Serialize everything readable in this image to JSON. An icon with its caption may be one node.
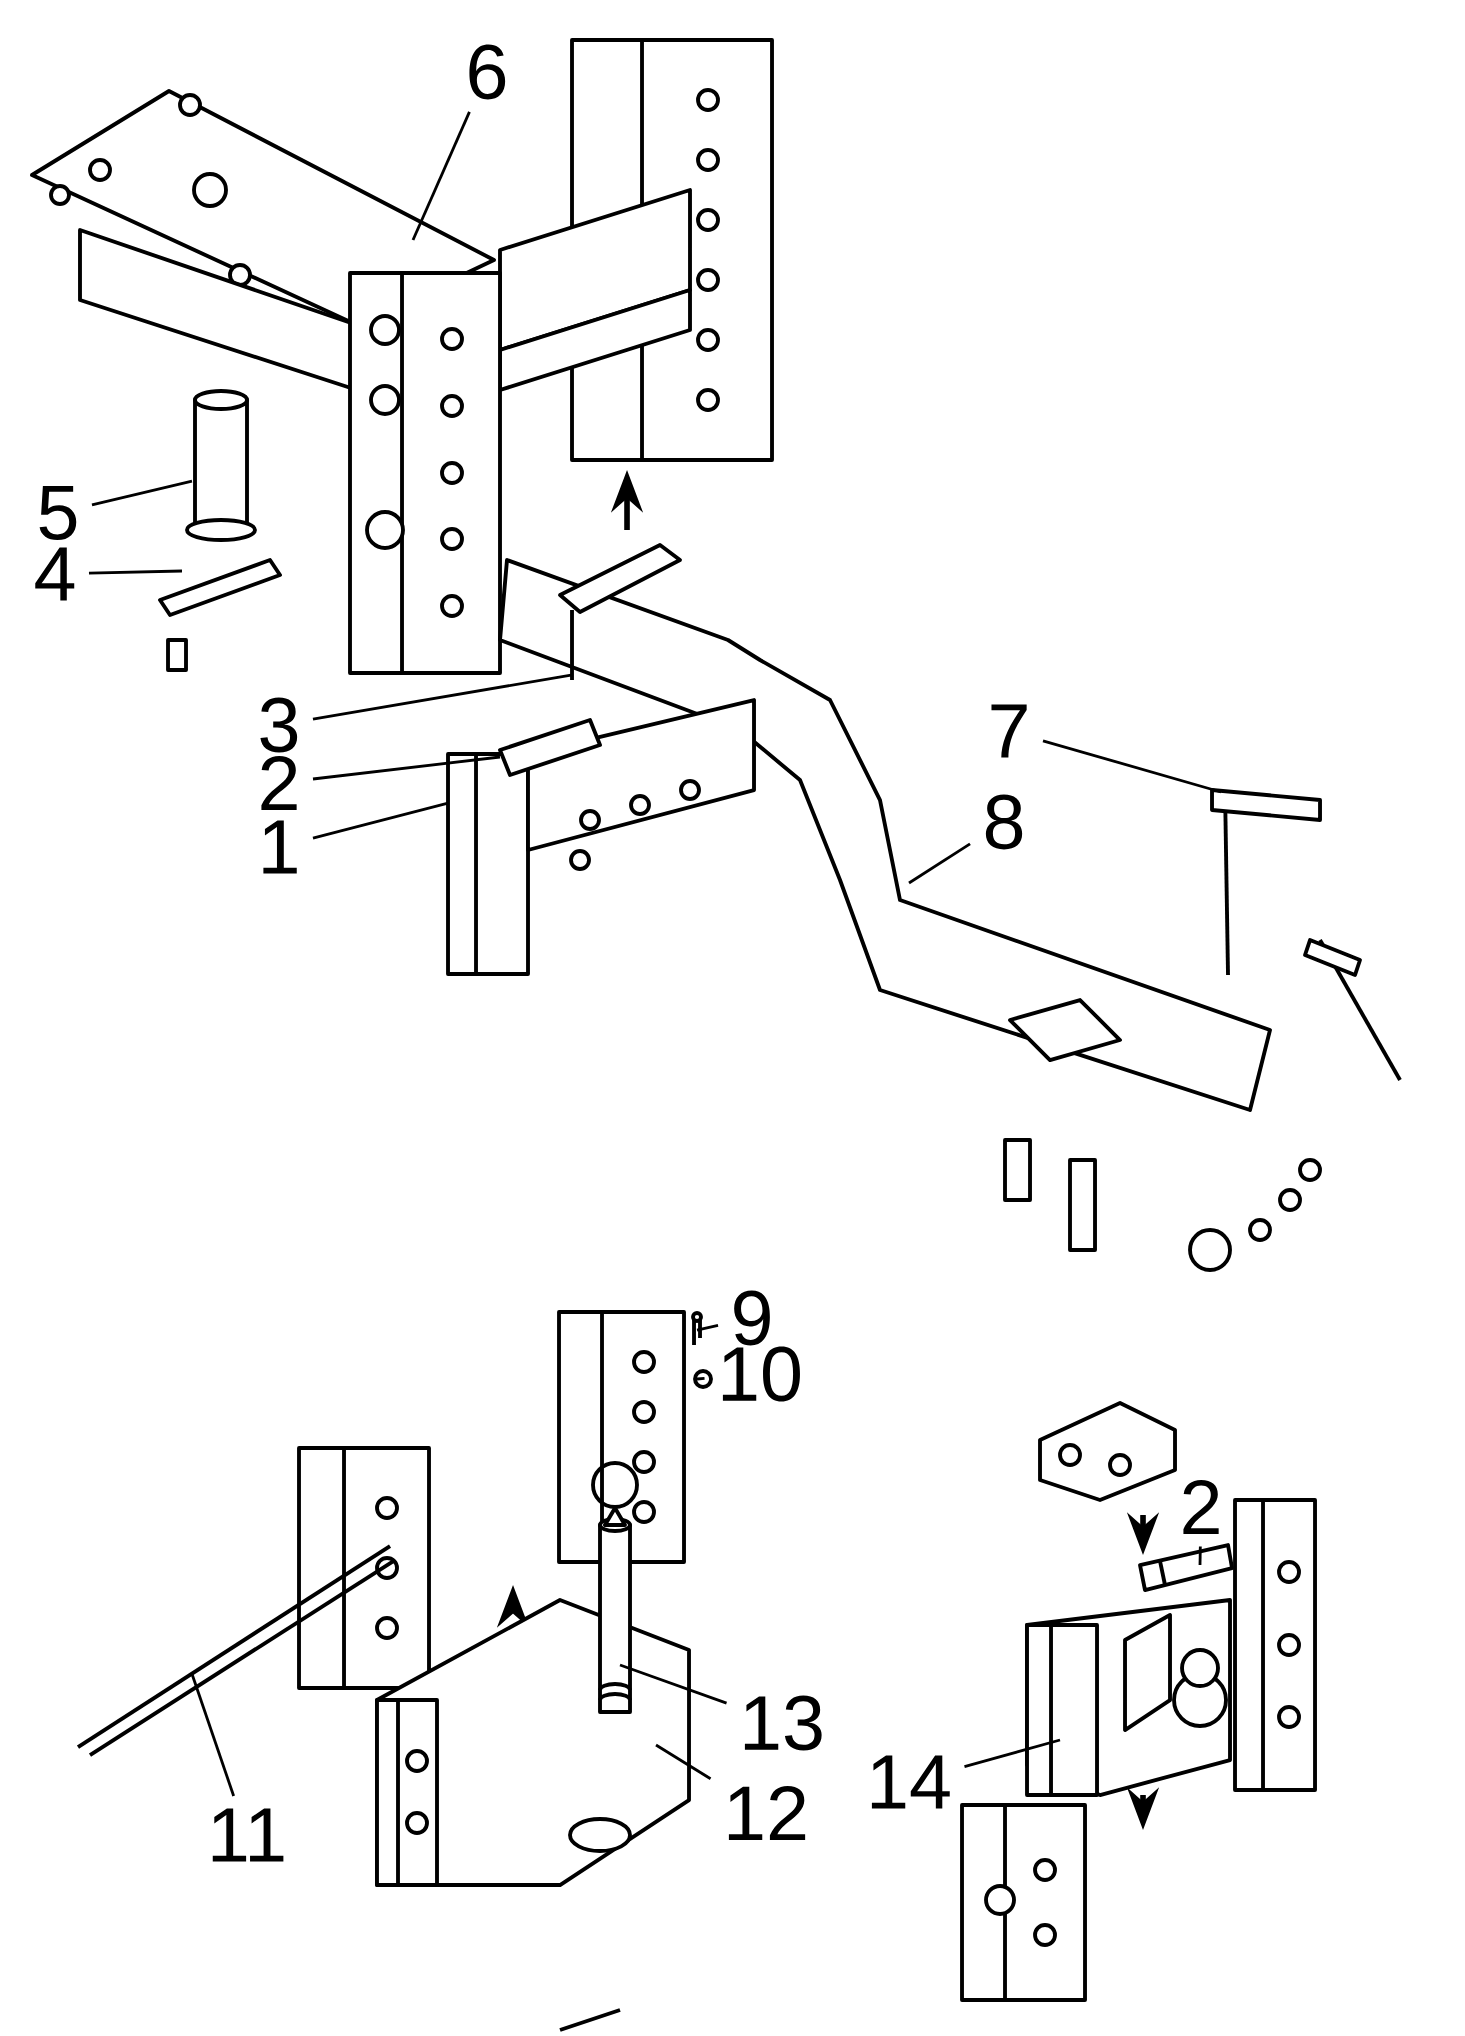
{
  "diagram": {
    "nodes": [
      {
        "text": [
          "6"
        ]
      },
      {
        "text": [
          "5"
        ]
      },
      {
        "text": [
          "4"
        ]
      },
      {
        "text": [
          "3"
        ]
      },
      {
        "text": [
          "2"
        ]
      },
      {
        "text": [
          "1"
        ]
      },
      {
        "text": [
          "7"
        ]
      },
      {
        "text": [
          "8"
        ]
      },
      {
        "text": [
          "9"
        ]
      },
      {
        "text": [
          "10"
        ]
      },
      {
        "text": [
          "2"
        ]
      },
      {
        "text": [
          "11"
        ]
      },
      {
        "text": [
          "13"
        ]
      },
      {
        "text": [
          "14"
        ]
      },
      {
        "text": [
          "12"
        ]
      },
      {
        "text": [],
        "shape": "picture"
      },
      {
        "text": [],
        "shape": "picture"
      },
      {
        "text": [],
        "shape": "picture"
      },
      {
        "text": [],
        "shape": "picture"
      },
      {
        "text": [],
        "shape": "picture"
      },
      {
        "text": [],
        "shape": "picture"
      },
      {
        "text": [],
        "shape": "picture"
      }
    ],
    "edges": [
      {
        "from": 0,
        "to": null,
        "arrow": "none"
      },
      {
        "from": 1,
        "to": null,
        "arrow": "none"
      },
      {
        "from": 2,
        "to": null,
        "arrow": "none"
      },
      {
        "from": 3,
        "to": null,
        "arrow": "none"
      },
      {
        "from": 4,
        "to": null,
        "arrow": "none"
      },
      {
        "from": 5,
        "to": null,
        "arrow": "none"
      },
      {
        "from": 6,
        "to": null,
        "arrow": "none"
      },
      {
        "from": 7,
        "to": null,
        "arrow": "none"
      },
      {
        "from": 8,
        "to": 15,
        "arrow": "none"
      },
      {
        "from": 9,
        "to": 16,
        "arrow": "none"
      },
      {
        "from": 10,
        "to": 21,
        "arrow": "none"
      },
      {
        "from": 11,
        "to": 17,
        "arrow": "none"
      },
      {
        "from": 12,
        "to": 18,
        "arrow": "none"
      },
      {
        "from": 13,
        "to": 20,
        "arrow": "none"
      },
      {
        "from": 14,
        "to": 19,
        "arrow": "none"
      }
    ]
  }
}
